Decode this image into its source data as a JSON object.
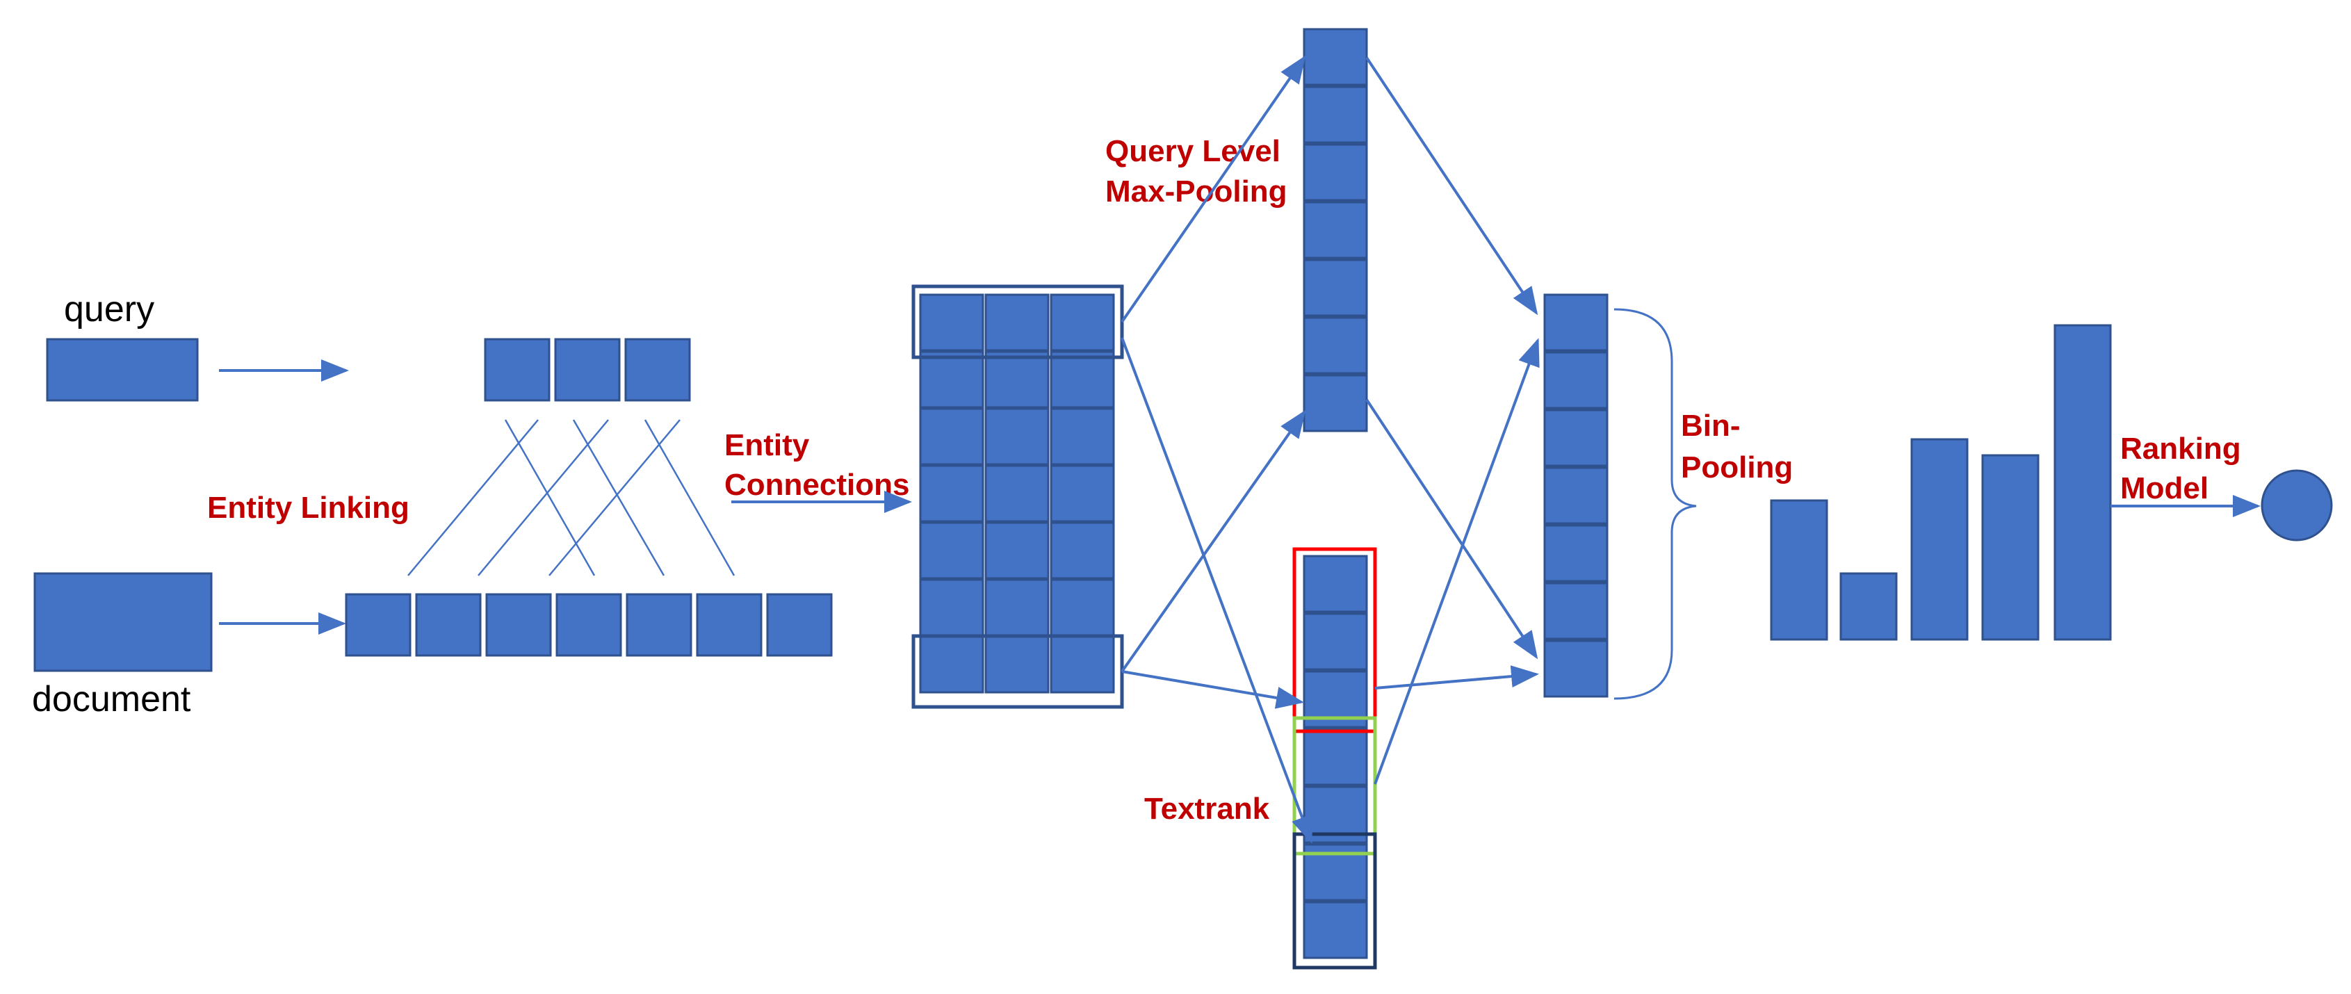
{
  "labels": {
    "query": "query",
    "document": "document",
    "entity_linking": "Entity Linking",
    "entity_connections_1": "Entity",
    "entity_connections_2": "Connections",
    "query_level_1": "Query Level",
    "query_level_2": "Max-Pooling",
    "textrank": "Textrank",
    "bin_pooling_1": "Bin-",
    "bin_pooling_2": "Pooling",
    "ranking_model_1": "Ranking",
    "ranking_model_2": "Model"
  },
  "colors": {
    "block_fill": "#4472c4",
    "block_border": "#2f528f",
    "arrow": "#4472c4",
    "label_red": "#c00000",
    "highlight_red": "#ff0000",
    "highlight_green": "#92d050",
    "highlight_navy": "#1f3864",
    "frame_dark": "#2f528f"
  }
}
